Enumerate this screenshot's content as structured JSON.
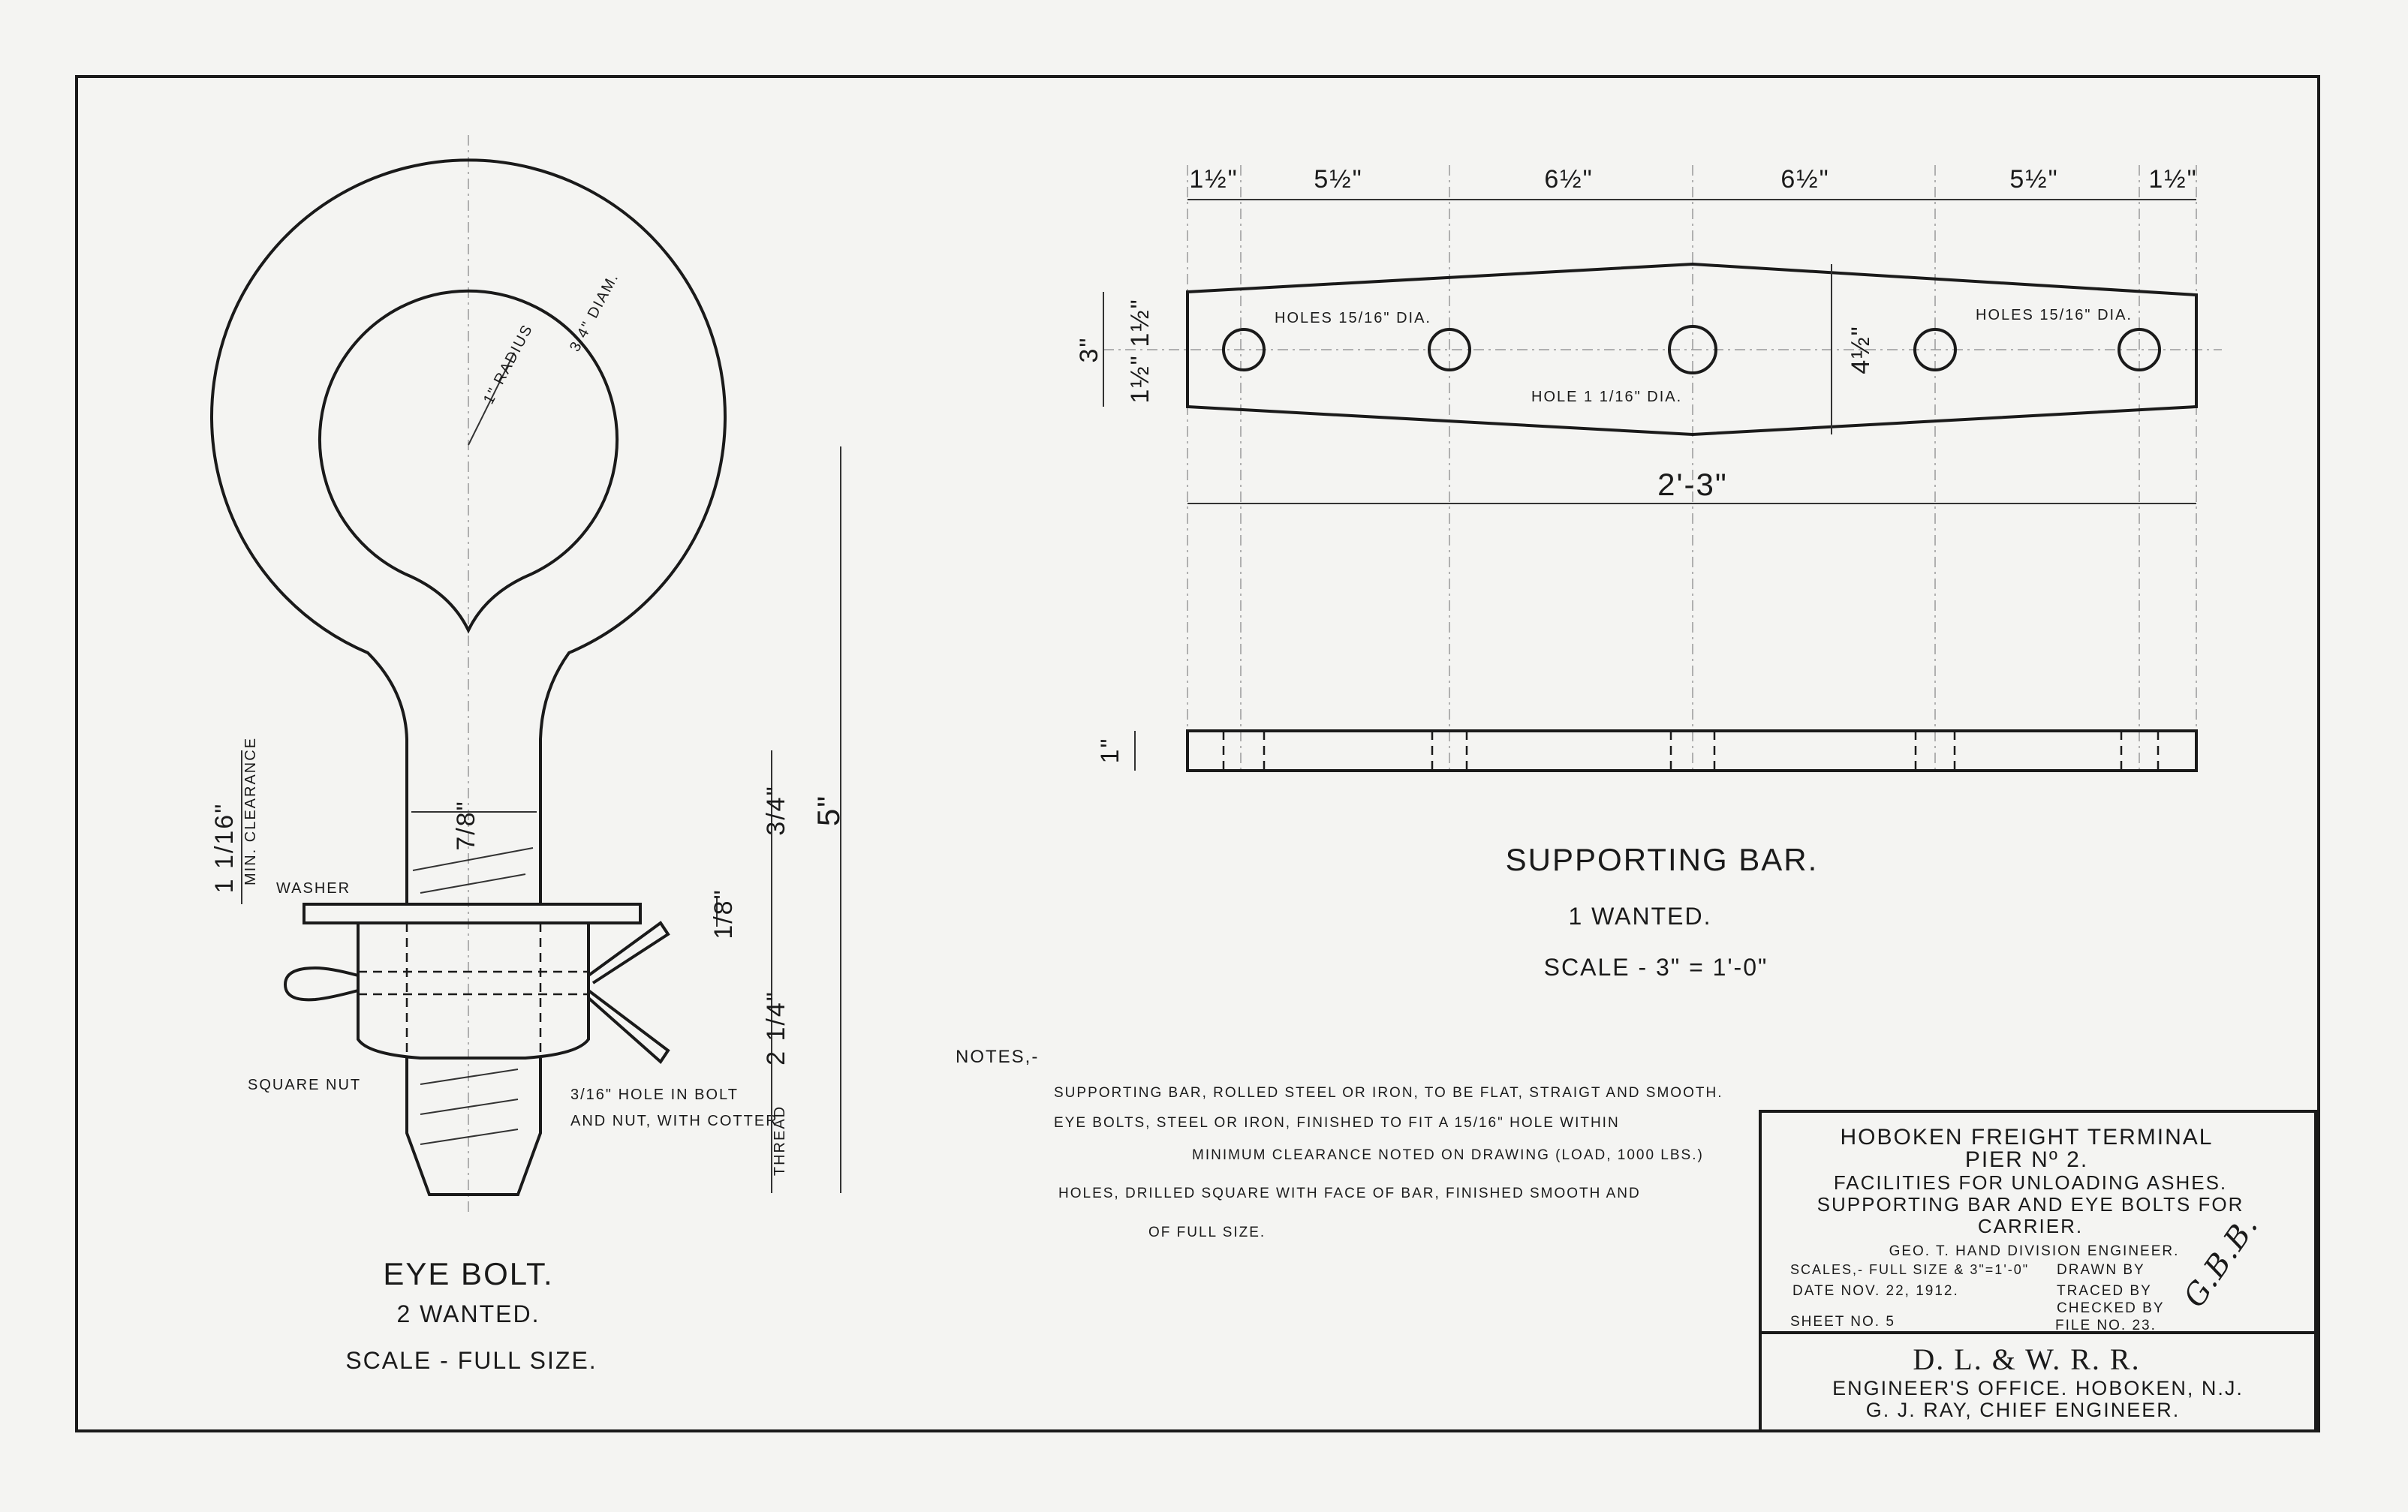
{
  "eye_bolt": {
    "title": "EYE BOLT.",
    "quantity": "2 WANTED.",
    "scale": "SCALE - FULL SIZE.",
    "radius_label": "1\" RADIUS",
    "diam_label": "3/4\" DIAM.",
    "shank_dim": "7/8\"",
    "clearance_dim": "1 1/16\"",
    "clearance_label": "MIN. CLEARANCE",
    "washer_label": "WASHER",
    "washer_dim": "1/8\"",
    "upper_dim": "3/4\"",
    "overall_dim": "5\"",
    "thread_dim": "2 1/4\"",
    "thread_label": "THREAD",
    "nut_label": "SQUARE NUT",
    "hole_label_1": "3/16\" HOLE IN BOLT",
    "hole_label_2": "AND NUT, WITH COTTER"
  },
  "supporting_bar": {
    "title": "SUPPORTING BAR.",
    "quantity": "1 WANTED.",
    "scale": "SCALE - 3\" = 1'-0\"",
    "top_dims": [
      "1½\"",
      "5½\"",
      "6½\"",
      "6½\"",
      "5½\"",
      "1½\""
    ],
    "height_dim": "3\"",
    "half_dim_a": "1½\"",
    "half_dim_b": "1½\"",
    "center_height_dim": "4½\"",
    "holes_label_left": "HOLES 15/16\" DIA.",
    "holes_label_right": "HOLES 15/16\" DIA.",
    "hole_label_center": "HOLE 1 1/16\" DIA.",
    "overall_length": "2'-3\"",
    "thickness_dim": "1\""
  },
  "notes": {
    "heading": "NOTES,-",
    "lines": [
      "SUPPORTING BAR, ROLLED STEEL OR IRON, TO BE FLAT, STRAIGT AND SMOOTH.",
      "EYE BOLTS, STEEL OR IRON, FINISHED TO FIT A 15/16\" HOLE WITHIN",
      "MINIMUM CLEARANCE NOTED ON DRAWING (LOAD, 1000 LBS.)",
      "HOLES, DRILLED SQUARE WITH FACE OF BAR, FINISHED SMOOTH AND",
      "OF FULL SIZE."
    ]
  },
  "title_block": {
    "line1": "HOBOKEN FREIGHT TERMINAL",
    "line2": "PIER Nº 2.",
    "line3": "FACILITIES FOR UNLOADING ASHES.",
    "line4": "SUPPORTING BAR AND EYE BOLTS FOR",
    "line5": "CARRIER.",
    "engineer": "GEO. T. HAND   DIVISION ENGINEER.",
    "scales": "SCALES,- FULL SIZE & 3\"=1'-0\"",
    "date": "DATE  NOV. 22, 1912.",
    "sheet": "SHEET NO. 5",
    "drawn_by": "DRAWN BY",
    "traced_by": "TRACED BY",
    "checked_by": "CHECKED BY",
    "file_no": "FILE NO. 23.",
    "initials": "G.B.B.",
    "company": "D. L. & W. R. R.",
    "office": "ENGINEER'S OFFICE. HOBOKEN, N.J.",
    "chief": "G. J. RAY,   CHIEF ENGINEER."
  }
}
